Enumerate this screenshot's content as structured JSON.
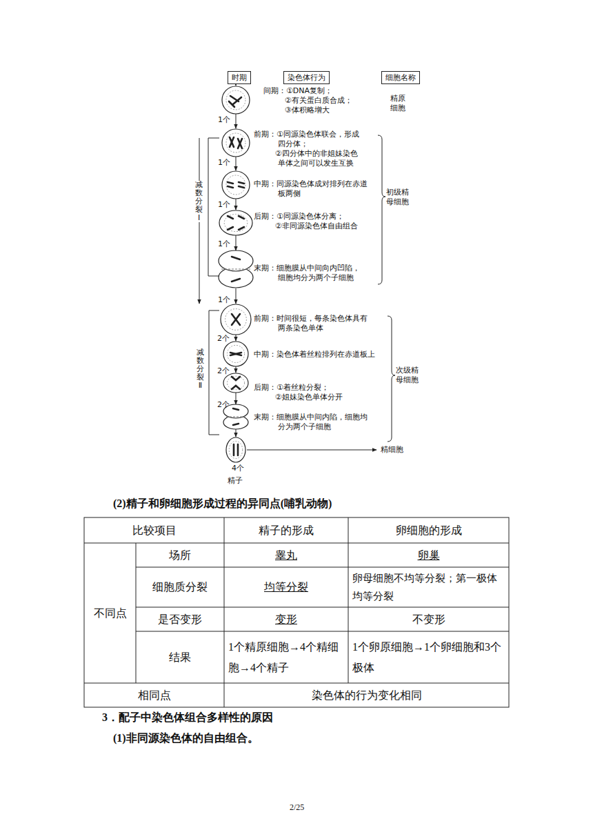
{
  "diagram": {
    "nodes": [
      {
        "text": [
          "时期"
        ]
      },
      {
        "text": [
          "染色体行为"
        ]
      },
      {
        "text": [
          "细胞名称"
        ]
      }
    ],
    "labels": [
      "间期：①DNA复制； ②有关蛋白质合成； ③体积略增大",
      "精原细胞",
      "1个",
      "前期：①同源染色体联会，形成四分体； ②四分体中的非姐妹染色单体之间可以发生互换",
      "1个",
      "中期：同源染色体成对排列在赤道板两侧",
      "1个",
      "后期：①同源染色体分离； ②非同源染色体自由组合",
      "1个",
      "末期：细胞膜从中间向内凹陷，细胞均分为两个子细胞",
      "初级精母细胞",
      "减数分裂Ⅰ",
      "1个",
      "前期：时间很短，每条染色体具有两条染色单体",
      "2个",
      "中期：染色体着丝粒排列在赤道板上",
      "2个",
      "后期：①着丝粒分裂； ②姐妹染色单体分开",
      "2个",
      "末期：细胞膜从中间内陷，细胞均分为两个子细胞",
      "次级精母细胞",
      "减数分裂Ⅱ",
      "4个",
      "精子",
      "精细胞",
      "(2)精子和卵细胞形成过程的异同点(哺乳动物)",
      "比较项目",
      "精子的形成",
      "卵细胞的形成",
      "不同点",
      "场所",
      "睾丸",
      "卵巢",
      "细胞质分裂",
      "均等分裂",
      "卵母细胞不均等分裂；第一极体均等分裂",
      "是否变形",
      "变形",
      "不变形",
      "结果",
      "1个精原细胞→4个精细胞→4个精子",
      "1个卵原细胞→1个卵细胞和3个极体",
      "相同点",
      "染色体的行为变化相同",
      "3．配子中染色体组合多样性的原因",
      "(1)非同源染色体的自由组合。",
      "2/25"
    ]
  }
}
